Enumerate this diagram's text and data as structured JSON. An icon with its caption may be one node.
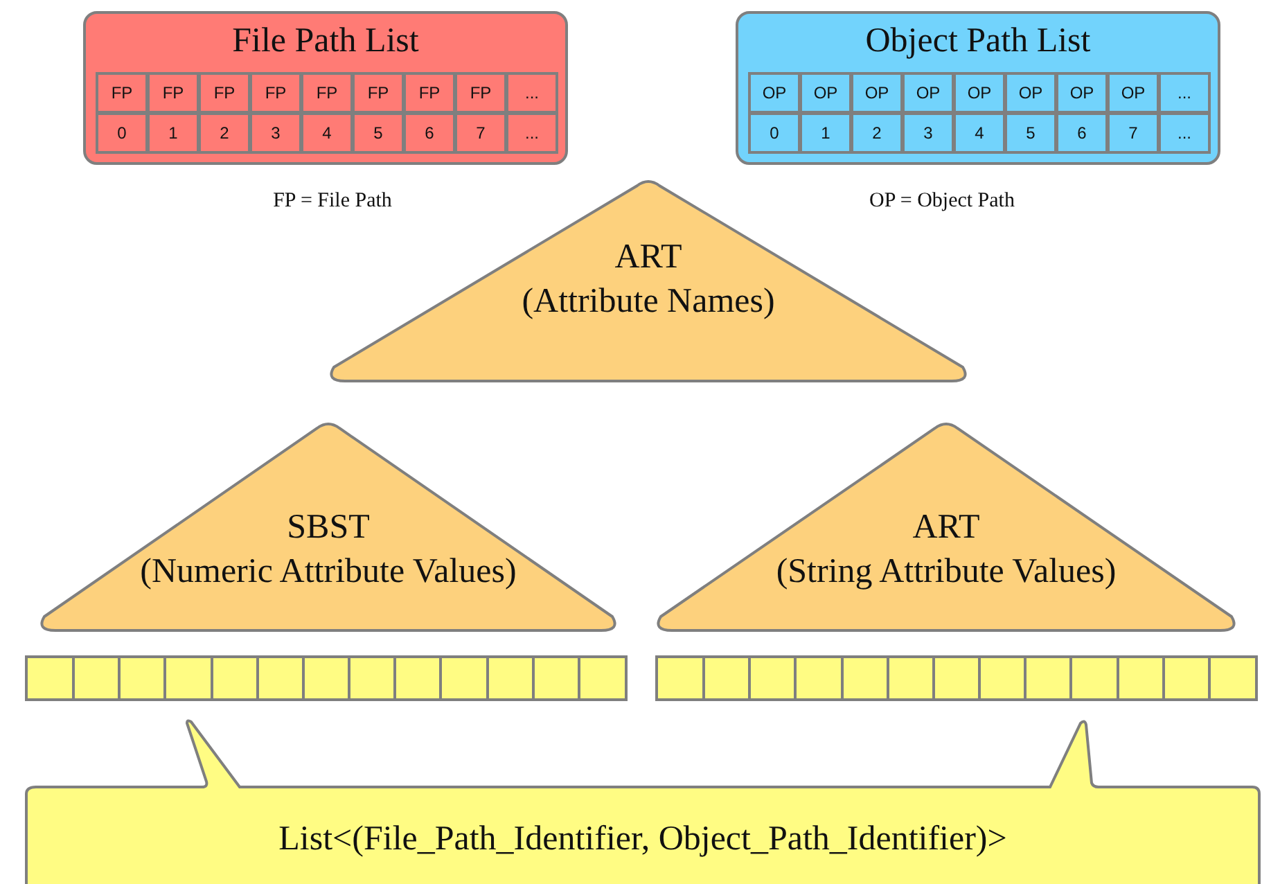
{
  "diagram": {
    "nodes": [
      {
        "text": [
          "File Path List"
        ]
      },
      {
        "text": [
          "Object Path List"
        ]
      },
      {
        "text": [
          "ART",
          "(Attribute Names)"
        ]
      },
      {
        "text": [
          "SBST",
          "(Numeric Attribute Values)"
        ]
      },
      {
        "text": [
          "ART",
          "(String Attribute Values)"
        ]
      },
      {
        "text": [],
        "shape": "bar"
      },
      {
        "text": [],
        "shape": "bar"
      },
      {
        "text": [
          "List<(File_Path_Identifier, Object_Path_Identifier)>"
        ]
      }
    ],
    "labels": [
      "FP",
      "FP",
      "FP",
      "FP",
      "FP",
      "FP",
      "FP",
      "FP",
      "...",
      "0",
      "1",
      "2",
      "3",
      "4",
      "5",
      "6",
      "7",
      "...",
      "OP",
      "OP",
      "OP",
      "OP",
      "OP",
      "OP",
      "OP",
      "OP",
      "...",
      "0",
      "1",
      "2",
      "3",
      "4",
      "5",
      "6",
      "7",
      "...",
      "FP = File Path",
      "OP = Object Path"
    ]
  }
}
